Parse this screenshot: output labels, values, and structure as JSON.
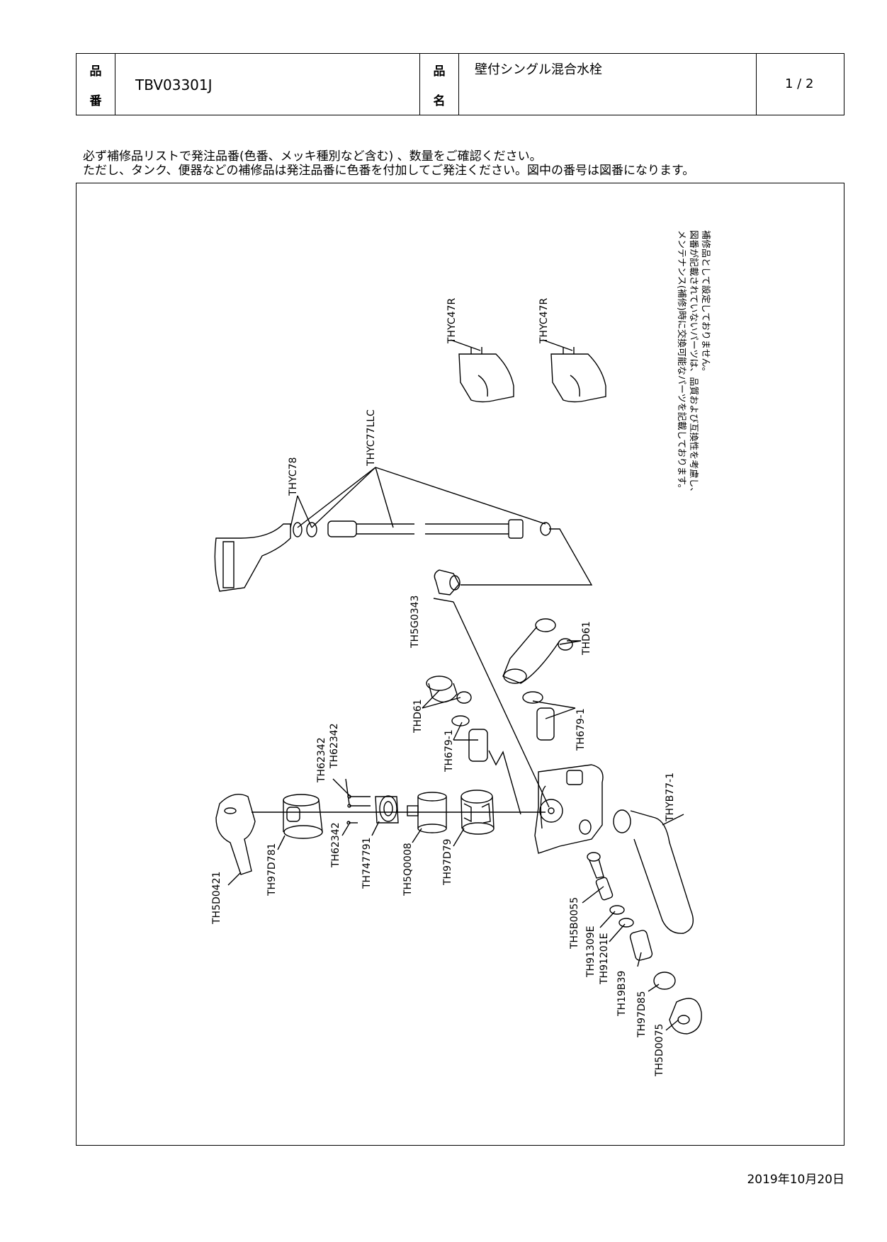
{
  "header": {
    "part_no_label_1": "品",
    "part_no_label_2": "番",
    "part_no": "TBV03301J",
    "name_label_1": "品",
    "name_label_2": "名",
    "name": "壁付シングル混合水栓",
    "page": "1 / 2"
  },
  "notes": {
    "line1": "必ず補修品リストで発注品番(色番、メッキ種別など含む) 、数量をご確認ください。",
    "line2": "ただし、タンク、便器などの補修品は発注品番に色番を付加してご発注ください。図中の番号は図番になります。"
  },
  "side_note": [
    "メンテナンス(補修)時に交換可能なパーツを記載しております。",
    "図番が記載されていないパーツは、品質および互換性を考慮し、",
    "補修品として設定しておりません。"
  ],
  "parts": {
    "thyc47r_a": "THYC47R",
    "thyc47r_b": "THYC47R",
    "thyc78": "THYC78",
    "thyc77llc": "THYC77LLC",
    "th5g0343": "TH5G0343",
    "thd61_left": "THD61",
    "thd61_right": "THD61",
    "th679_left": "TH679-1",
    "th679_right": "TH679-1",
    "th62342_a": "TH62342",
    "th62342_b": "TH62342",
    "th62342_c": "TH62342",
    "th5d0421": "TH5D0421",
    "th97d781": "TH97D781",
    "th747791": "TH747791",
    "th5q0008": "TH5Q0008",
    "th97d79": "TH97D79",
    "thyb77": "THYB77-1",
    "th5b0055": "TH5B0055",
    "th91309e": "TH91309E",
    "th91201e": "TH91201E",
    "th19b39": "TH19B39",
    "th97d85": "TH97D85",
    "th5d0075": "TH5D0075"
  },
  "footer": {
    "date": "2019年10月20日"
  }
}
